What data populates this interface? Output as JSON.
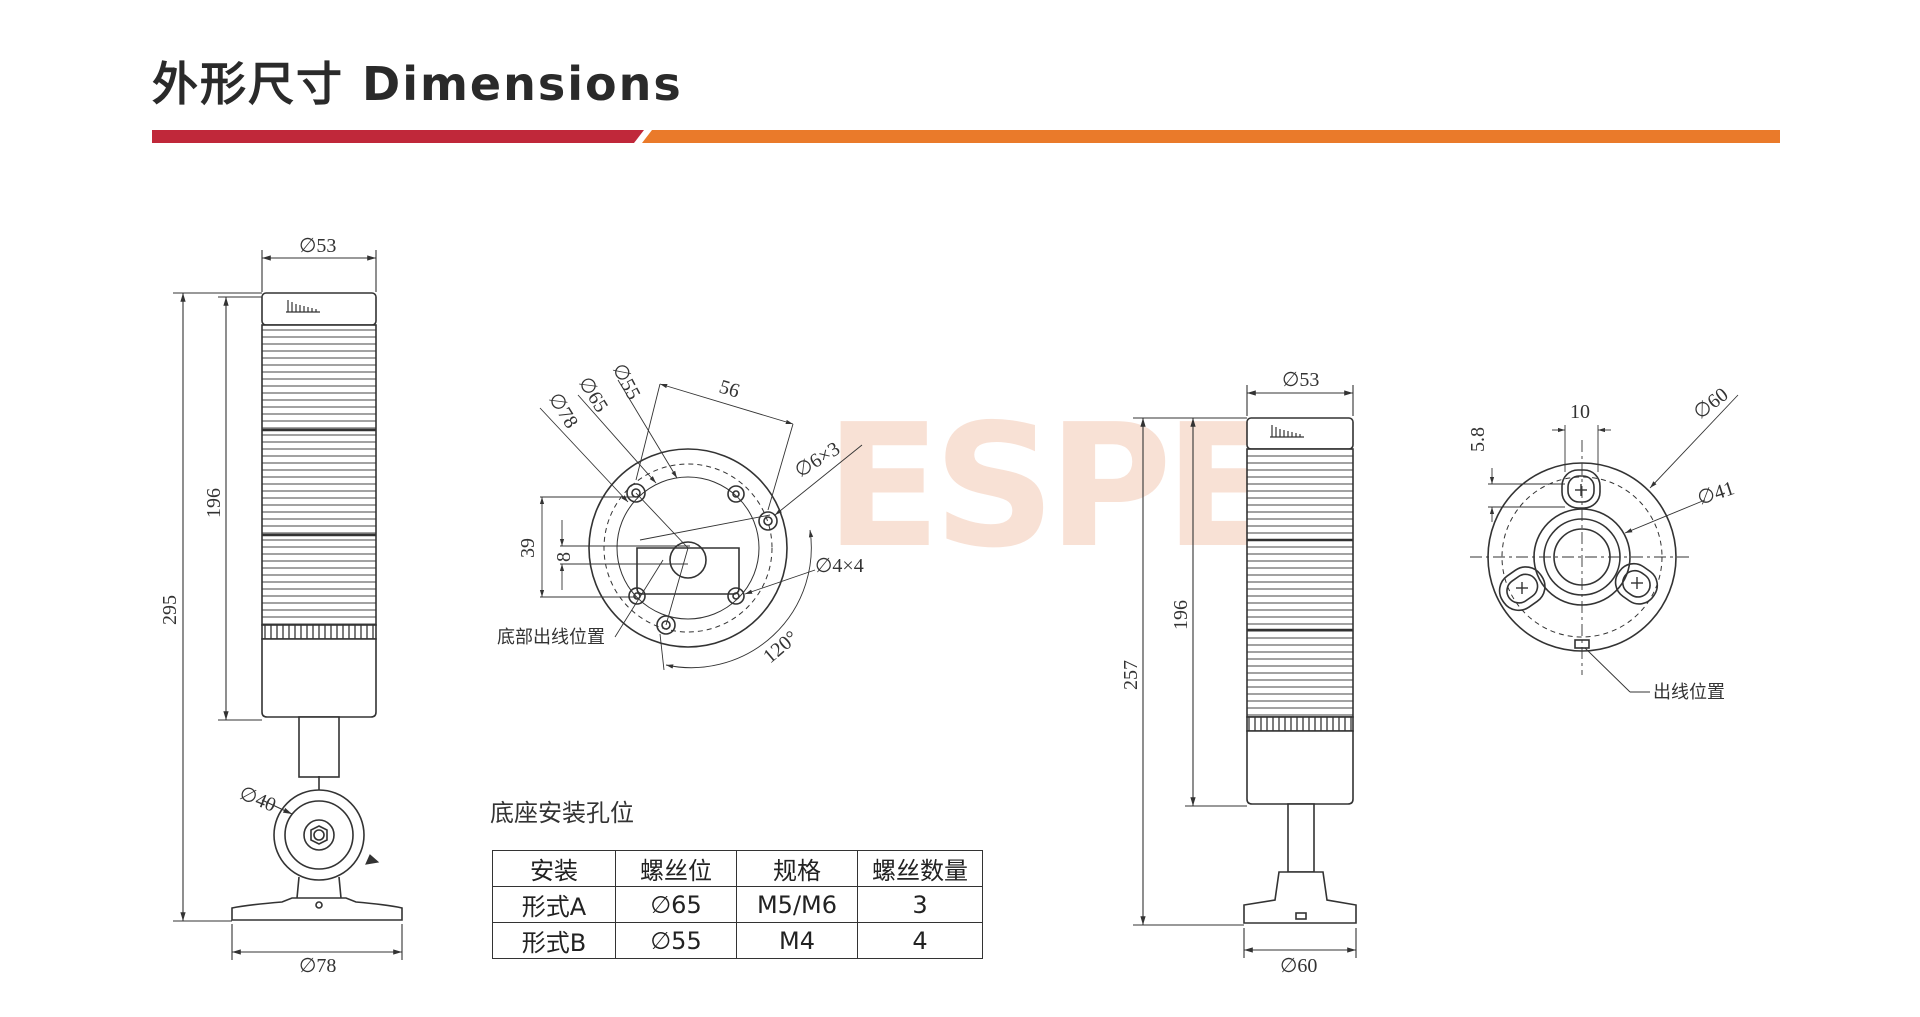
{
  "header": {
    "title": "外形尺寸 Dimensions",
    "bar_colors": {
      "left": "#c0283a",
      "right": "#ea7a2a"
    }
  },
  "watermark": {
    "text": "ESPE",
    "color": "#f3c9b4"
  },
  "view1": {
    "diameter_top": "∅53",
    "height_body": "196",
    "height_total": "295",
    "bracket_diameter": "∅40",
    "base_diameter": "∅78"
  },
  "view2": {
    "d55": "∅55",
    "d65": "∅65",
    "d78": "∅78",
    "dim56": "56",
    "hole_6x3": "∅6×3",
    "hole_4x4": "∅4×4",
    "dim39": "39",
    "dim8": "8",
    "angle": "120°",
    "cable_note": "底部出线位置"
  },
  "view3": {
    "diameter_top": "∅53",
    "height_body": "196",
    "height_total": "257",
    "base_diameter": "∅60"
  },
  "view4": {
    "dim10": "10",
    "dim58": "5.8",
    "d60": "∅60",
    "d41": "∅41",
    "cable_note": "出线位置"
  },
  "mount": {
    "title": "底座安装孔位",
    "headers": [
      "安装",
      "螺丝位",
      "规格",
      "螺丝数量"
    ],
    "rows": [
      [
        "形式A",
        "∅65",
        "M5/M6",
        "3"
      ],
      [
        "形式B",
        "∅55",
        "M4",
        "4"
      ]
    ]
  }
}
